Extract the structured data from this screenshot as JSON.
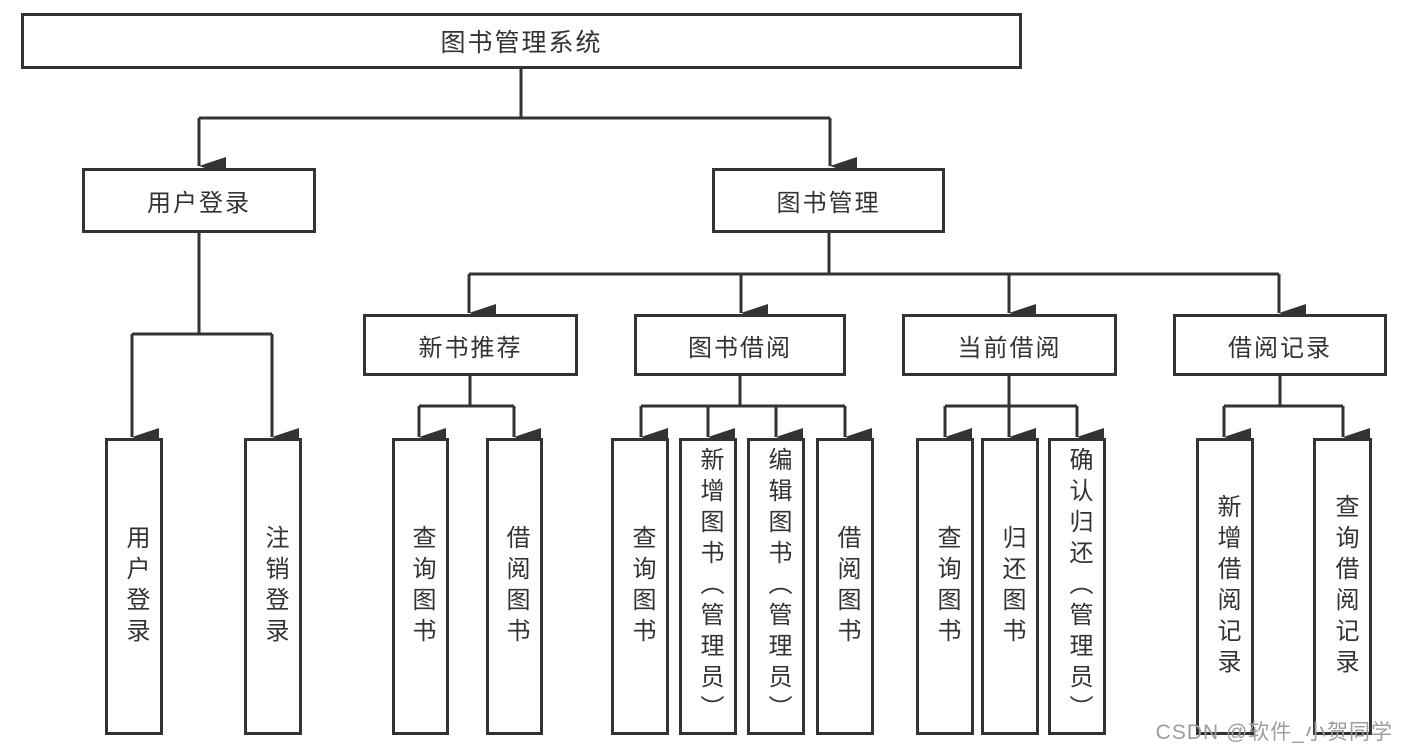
{
  "diagram": {
    "type": "hierarchy-tree",
    "colors": {
      "line": "#333333",
      "box_border": "#333333",
      "box_fill": "#ffffff",
      "text": "#333333",
      "watermark": "#9c9c9c",
      "background": "#ffffff"
    },
    "watermark": "CSDN @软件_小贺同学",
    "nodes": {
      "root": {
        "label": "图书管理系统"
      },
      "user_login": {
        "label": "用户登录"
      },
      "book_management": {
        "label": "图书管理"
      },
      "new_book_recommend": {
        "label": "新书推荐"
      },
      "book_borrowing": {
        "label": "图书借阅"
      },
      "current_borrowing": {
        "label": "当前借阅"
      },
      "borrow_records": {
        "label": "借阅记录"
      },
      "leaf_user_login": {
        "label": "用户登录"
      },
      "leaf_logout": {
        "label": "注销登录"
      },
      "leaf_recommend_query_books": {
        "label": "查询图书"
      },
      "leaf_recommend_borrow_books": {
        "label": "借阅图书"
      },
      "leaf_borrowing_query_books": {
        "label": "查询图书"
      },
      "leaf_borrowing_add_books_admin": {
        "label": "新增图书（管理员）"
      },
      "leaf_borrowing_edit_books_admin": {
        "label": "编辑图书（管理员）"
      },
      "leaf_borrowing_borrow_books": {
        "label": "借阅图书"
      },
      "leaf_current_query_books": {
        "label": "查询图书"
      },
      "leaf_current_return_books": {
        "label": "归还图书"
      },
      "leaf_current_confirm_return_admin": {
        "label": "确认归还（管理员）"
      },
      "leaf_records_add_record": {
        "label": "新增借阅记录"
      },
      "leaf_records_query_record": {
        "label": "查询借阅记录"
      }
    }
  }
}
